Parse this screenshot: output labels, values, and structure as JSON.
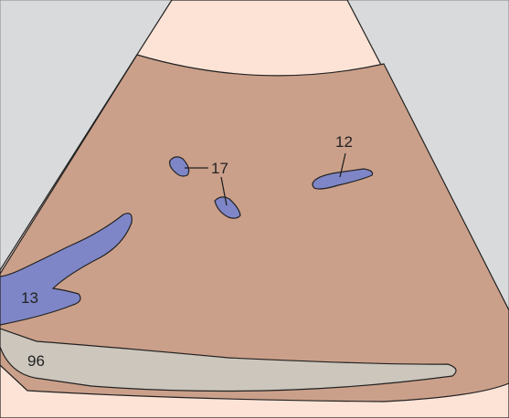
{
  "figure": {
    "labels": {
      "vessel_upper_left": "17",
      "vessel_right": "12",
      "vessel_left_large": "13",
      "bottom_structure": "96"
    },
    "colors": {
      "background": "#d9dadb",
      "near_field_layer": "#fde3d6",
      "parenchyma": "#cba08a",
      "vessels": "#7f86c7",
      "bottom_band": "#ccc6bc",
      "outline": "#222222"
    }
  }
}
